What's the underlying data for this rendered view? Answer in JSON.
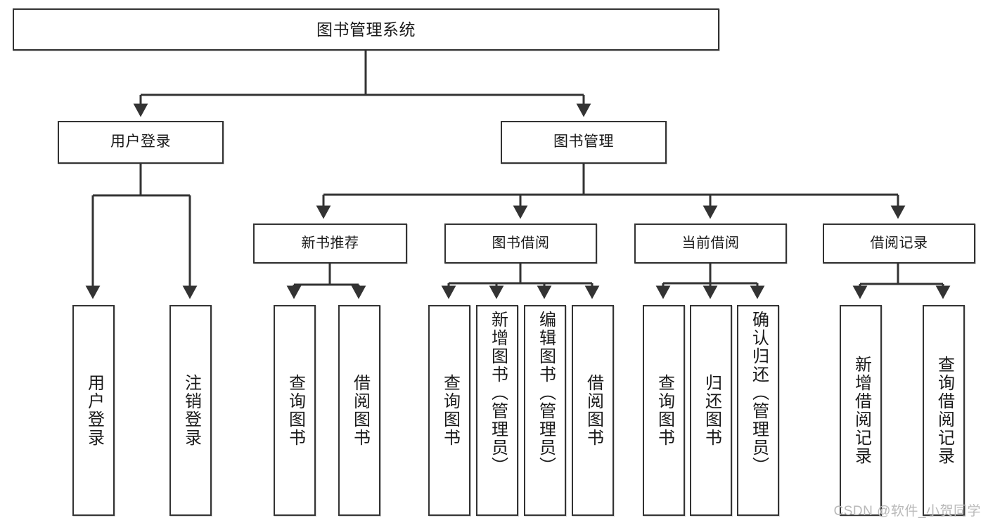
{
  "diagram": {
    "type": "tree",
    "title": "图书管理系统",
    "watermark": "CSDN @软件_小贺同学",
    "colors": {
      "box_border": "#333333",
      "box_fill": "#ffffff",
      "connector": "#333333",
      "text": "#1a1a1a",
      "watermark": "#b9b9b9"
    },
    "nodes": {
      "root": {
        "label": "图书管理系统"
      },
      "level1": [
        {
          "label": "用户登录"
        },
        {
          "label": "图书管理"
        }
      ],
      "level2": [
        {
          "label": "新书推荐"
        },
        {
          "label": "图书借阅"
        },
        {
          "label": "当前借阅"
        },
        {
          "label": "借阅记录"
        }
      ],
      "leaves": {
        "user_login": [
          {
            "label": "用户登录"
          },
          {
            "label": "注销登录"
          }
        ],
        "new_book": [
          {
            "label": "查询图书"
          },
          {
            "label": "借阅图书"
          }
        ],
        "borrow": [
          {
            "label": "查询图书"
          },
          {
            "label": "新增图书（管理员）"
          },
          {
            "label": "编辑图书（管理员）"
          },
          {
            "label": "借阅图书"
          }
        ],
        "current": [
          {
            "label": "查询图书"
          },
          {
            "label": "归还图书"
          },
          {
            "label": "确认归还（管理员）"
          }
        ],
        "records": [
          {
            "label": "新增借阅记录"
          },
          {
            "label": "查询借阅记录"
          }
        ]
      }
    }
  }
}
